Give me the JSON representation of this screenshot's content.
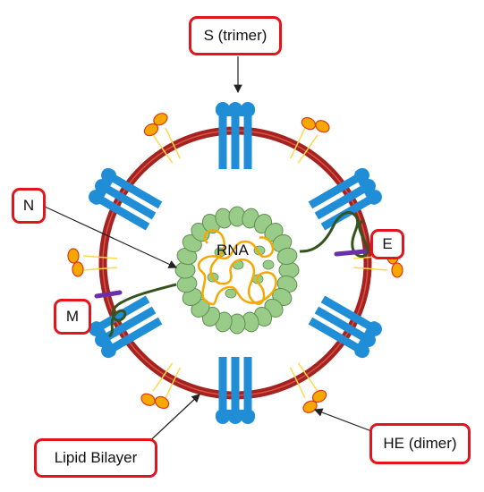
{
  "diagram": {
    "labels": {
      "spike": "S (trimer)",
      "nucleocapsid": "N",
      "envelope": "E",
      "membrane": "M",
      "lipid_bilayer": "Lipid Bilayer",
      "hemagglutinin_esterase": "HE (dimer)",
      "rna": "RNA"
    },
    "colors": {
      "label_border": "#e3141b",
      "membrane": "#a4231f",
      "spike": "#1f8ed6",
      "nucleocapsid": "#99cc88",
      "rna": "#f5a800",
      "he_fill": "#f7a800",
      "he_stroke": "#d73a1a",
      "m_protein": "#6b2fa8",
      "e_protein": "#6b2fa8",
      "connector": "#35531f"
    },
    "icons": [
      "spike-protein-icon",
      "he-protein-icon",
      "m-protein-icon",
      "e-protein-icon",
      "nucleocapsid-bead-icon"
    ]
  }
}
